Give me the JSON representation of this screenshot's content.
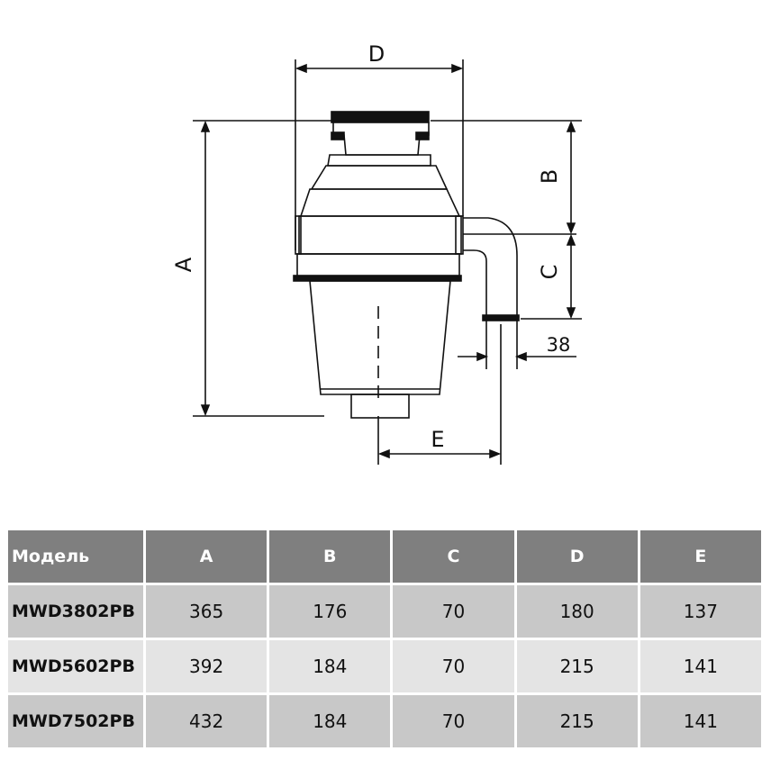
{
  "drawing": {
    "labels": {
      "a": "A",
      "b": "B",
      "c": "C",
      "d": "D",
      "e": "E",
      "outlet": "38"
    }
  },
  "table": {
    "headers": [
      "Модель",
      "A",
      "B",
      "C",
      "D",
      "E"
    ],
    "rows": [
      [
        "MWD3802PB",
        "365",
        "176",
        "70",
        "180",
        "137"
      ],
      [
        "MWD5602PB",
        "392",
        "184",
        "70",
        "215",
        "141"
      ],
      [
        "MWD7502PB",
        "432",
        "184",
        "70",
        "215",
        "141"
      ]
    ]
  }
}
